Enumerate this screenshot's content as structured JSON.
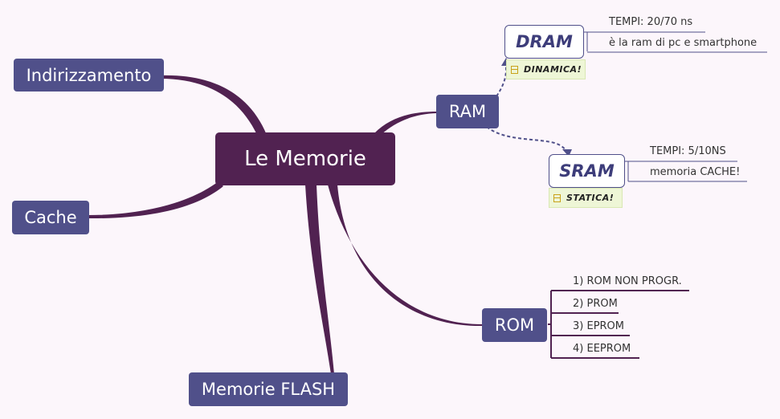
{
  "central": "Le Memorie",
  "branches": {
    "indirizzamento": "Indirizzamento",
    "cache": "Cache",
    "memorie_flash": "Memorie FLASH",
    "ram": "RAM",
    "rom": "ROM"
  },
  "ram": {
    "dram": {
      "title": "DRAM",
      "tag": "DINAMICA!",
      "notes": [
        "TEMPI: 20/70 ns",
        "è la ram di pc e smartphone"
      ]
    },
    "sram": {
      "title": "SRAM",
      "tag": "STATICA!",
      "notes": [
        "TEMPI: 5/10NS",
        "memoria CACHE!"
      ]
    }
  },
  "rom_items": [
    "1) ROM NON PROGR.",
    "2) PROM",
    "3) EPROM",
    "4) EEPROM"
  ],
  "colors": {
    "background": "#fcf6fb",
    "central": "#512251",
    "branch": "#50508a",
    "connector": "#512251",
    "tag_bg": "#eef6d6"
  }
}
